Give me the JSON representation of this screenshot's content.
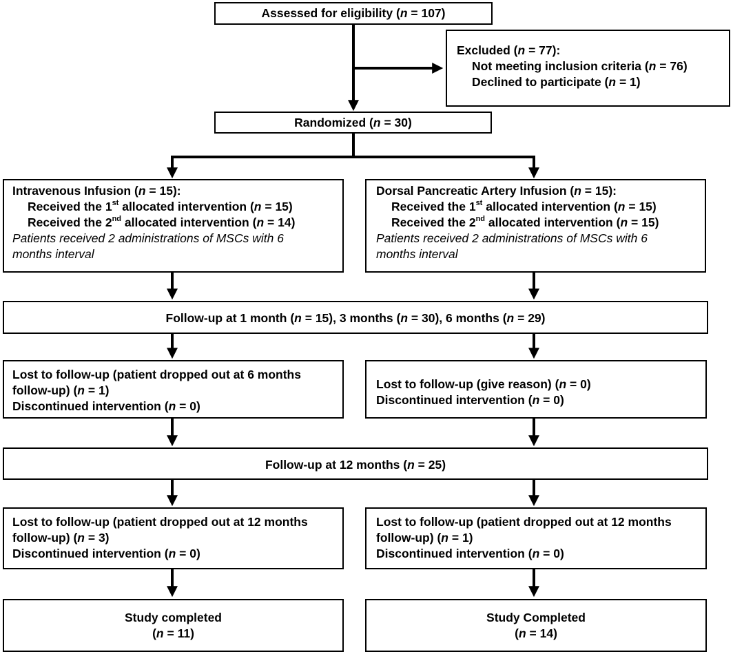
{
  "assessed": {
    "label": "Assessed for eligibility",
    "n": "107"
  },
  "excluded": {
    "label": "Excluded",
    "n": "77",
    "reasons": [
      {
        "label": "Not meeting inclusion criteria",
        "n": "76"
      },
      {
        "label": "Declined to participate",
        "n": "1"
      }
    ]
  },
  "randomized": {
    "label": "Randomized",
    "n": "30"
  },
  "arms": {
    "left": {
      "title": "Intravenous Infusion",
      "n": "15",
      "first": {
        "pre": "Received the 1",
        "sup": "st",
        "post": " allocated intervention",
        "n": "15"
      },
      "second": {
        "pre": "Received the 2",
        "sup": "nd",
        "post": " allocated intervention",
        "n": "14"
      },
      "note": "Patients received 2 administrations of MSCs with 6 months interval",
      "lost1": {
        "label": "Lost to follow-up",
        "detail": " (patient dropped out at 6 months follow-up)",
        "n": "1"
      },
      "disc1": {
        "label": "Discontinued intervention",
        "n": "0"
      },
      "lost2": {
        "label": "Lost to follow-up",
        "detail": " (patient dropped out at 12 months follow-up)",
        "n": "3"
      },
      "disc2": {
        "label": "Discontinued intervention",
        "n": "0"
      },
      "completed": {
        "label": "Study completed",
        "n": "11"
      }
    },
    "right": {
      "title": "Dorsal Pancreatic Artery Infusion",
      "n": "15",
      "first": {
        "pre": "Received the 1",
        "sup": "st",
        "post": " allocated intervention",
        "n": "15"
      },
      "second": {
        "pre": "Received the 2",
        "sup": "nd",
        "post": " allocated intervention",
        "n": "15"
      },
      "note": "Patients received 2 administrations of MSCs with 6 months interval",
      "lost1": {
        "label": "Lost to follow-up",
        "detail": " (give reason)",
        "n": "0"
      },
      "disc1": {
        "label": "Discontinued intervention",
        "n": "0"
      },
      "lost2": {
        "label": "Lost to follow-up",
        "detail": " (patient dropped out at 12 months follow-up)",
        "n": "1"
      },
      "disc2": {
        "label": "Discontinued intervention",
        "n": "0"
      },
      "completed": {
        "label": "Study Completed",
        "n": "14"
      }
    }
  },
  "followup1": {
    "label": "Follow-up at 1 month",
    "n1": "15",
    "sep2": "3 months",
    "n2": "30",
    "sep3": "6 months",
    "n3": "29"
  },
  "followup2": {
    "label": "Follow-up at 12 months",
    "n": "25"
  },
  "n_symbol": "n"
}
